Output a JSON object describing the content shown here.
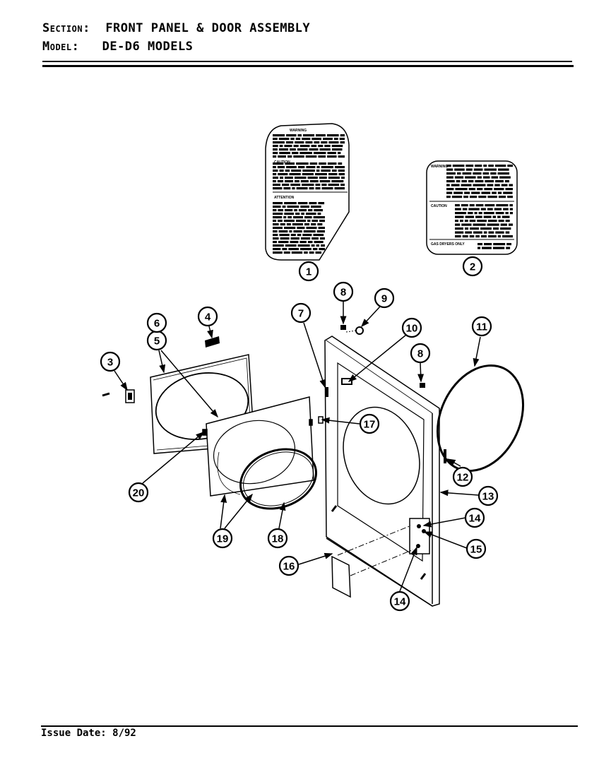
{
  "header": {
    "section_label": "Section:",
    "section_value": "FRONT PANEL & DOOR ASSEMBLY",
    "model_label": "Model:",
    "model_value": "DE-D6 MODELS"
  },
  "footer": {
    "issue_date": "Issue Date: 8/92"
  },
  "labels": {
    "label1": {
      "heading_warning": "WARNING",
      "heading_caution": "CAUTION",
      "heading_attention": "ATTENTION"
    },
    "label2": {
      "heading_warning": "WARNING",
      "heading_caution": "CAUTION",
      "heading_gas": "GAS DRYERS ONLY"
    }
  },
  "callouts": [
    "1",
    "2",
    "3",
    "4",
    "5",
    "6",
    "7",
    "8",
    "9",
    "10",
    "11",
    "8",
    "12",
    "13",
    "14",
    "15",
    "14",
    "16",
    "17",
    "18",
    "19",
    "20"
  ]
}
